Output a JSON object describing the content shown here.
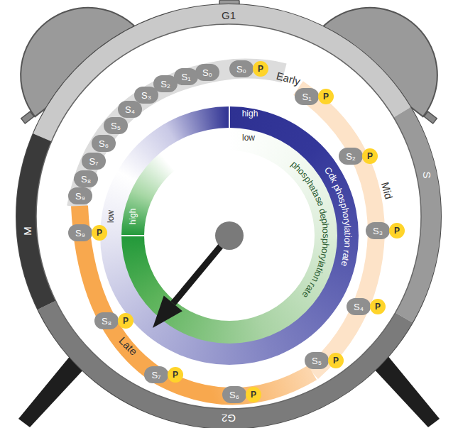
{
  "diagram": {
    "nodes": [
      {
        "text": [
          "G1"
        ]
      },
      {
        "text": [
          "S"
        ]
      },
      {
        "text": [
          "G2"
        ]
      },
      {
        "text": [
          "M"
        ]
      },
      {
        "text": [
          "S₀"
        ]
      },
      {
        "text": [
          "S₁"
        ]
      },
      {
        "text": [
          "S₂"
        ]
      },
      {
        "text": [
          "S₃"
        ]
      },
      {
        "text": [
          "S₄"
        ]
      },
      {
        "text": [
          "S₅"
        ]
      },
      {
        "text": [
          "S₆"
        ]
      },
      {
        "text": [
          "S₇"
        ]
      },
      {
        "text": [
          "S₈"
        ]
      },
      {
        "text": [
          "S₉"
        ]
      },
      {
        "text": [
          "S₀"
        ]
      },
      {
        "text": [
          "P"
        ]
      },
      {
        "text": [
          "S₁"
        ]
      },
      {
        "text": [
          "P"
        ]
      },
      {
        "text": [
          "S₂"
        ]
      },
      {
        "text": [
          "P"
        ]
      },
      {
        "text": [
          "S₃"
        ]
      },
      {
        "text": [
          "P"
        ]
      },
      {
        "text": [
          "S₄"
        ]
      },
      {
        "text": [
          "P"
        ]
      },
      {
        "text": [
          "S₅"
        ]
      },
      {
        "text": [
          "P"
        ]
      },
      {
        "text": [
          "S₆"
        ]
      },
      {
        "text": [
          "P"
        ]
      },
      {
        "text": [
          "S₇"
        ]
      },
      {
        "text": [
          "P"
        ]
      },
      {
        "text": [
          "S₈"
        ]
      },
      {
        "text": [
          "P"
        ]
      },
      {
        "text": [
          "S₉"
        ]
      },
      {
        "text": [
          "P"
        ]
      }
    ],
    "labels": [
      "Early",
      "Mid",
      "Late",
      "high",
      "low",
      "high",
      "low",
      "Cdk phosphorylation rate",
      "phosphatase dephosphorylation rate"
    ]
  }
}
